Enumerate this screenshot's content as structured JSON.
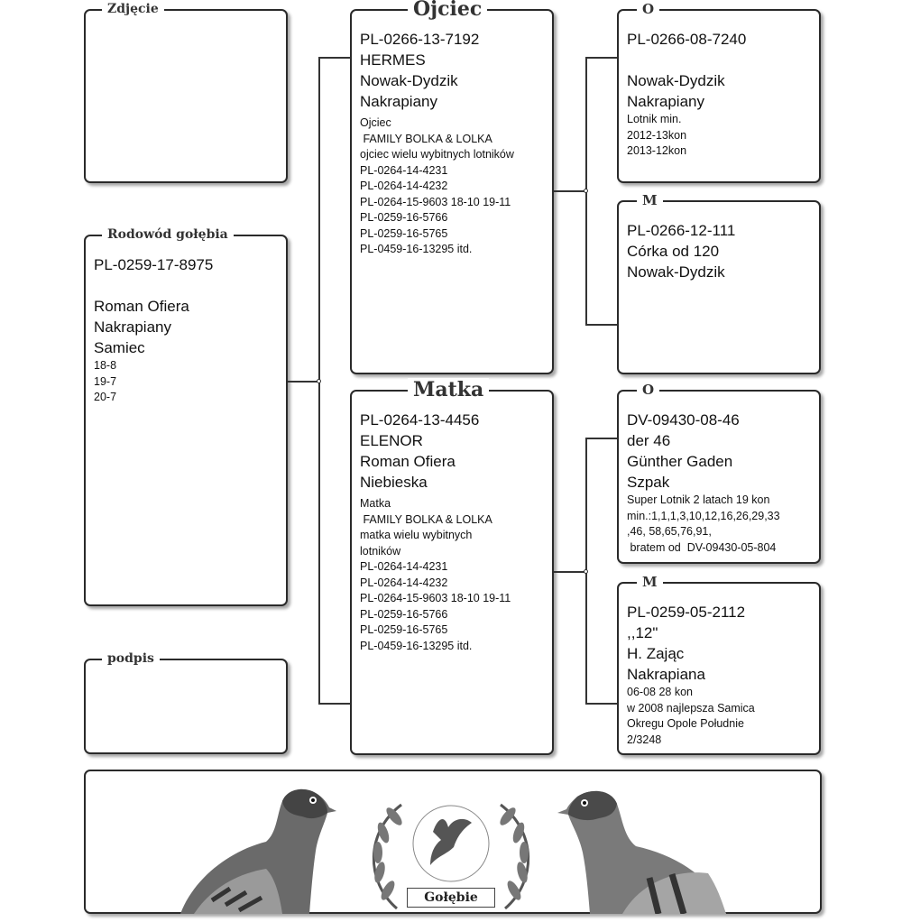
{
  "photo": {
    "legend": "Zdjęcie"
  },
  "bird": {
    "legend": "Rodowód gołębia",
    "ring": "PL-0259-17-8975",
    "owner": "Roman Ofiera",
    "color": "Nakrapiany",
    "sex": "Samiec",
    "notes": [
      "18-8",
      "19-7",
      "20-7"
    ]
  },
  "signature": {
    "legend": "podpis"
  },
  "father": {
    "legend": "Ojciec",
    "ring": "PL-0266-13-7192",
    "name": "HERMES",
    "breeder": "Nowak-Dydzik",
    "color": "Nakrapiany",
    "notes": [
      "Ojciec",
      " FAMILY BOLKA & LOLKA",
      "ojciec wielu wybitnych lotników",
      "PL-0264-14-4231",
      "PL-0264-14-4232",
      "PL-0264-15-9603 18-10 19-11",
      "PL-0259-16-5766",
      "PL-0259-16-5765",
      "PL-0459-16-13295 itd."
    ]
  },
  "mother": {
    "legend": "Matka",
    "ring": "PL-0264-13-4456",
    "name": "ELENOR",
    "breeder": "Roman Ofiera",
    "color": "Niebieska",
    "notes": [
      "Matka",
      " FAMILY BOLKA & LOLKA",
      "matka wielu wybitnych",
      "lotników",
      "PL-0264-14-4231",
      "PL-0264-14-4232",
      "PL-0264-15-9603 18-10 19-11",
      "PL-0259-16-5766",
      "PL-0259-16-5765",
      "PL-0459-16-13295 itd."
    ]
  },
  "ff": {
    "legend": "O",
    "ring": "PL-0266-08-7240",
    "name": "",
    "breeder": "Nowak-Dydzik",
    "color": "Nakrapiany",
    "notes": [
      "Lotnik min.",
      "2012-13kon",
      "2013-12kon"
    ]
  },
  "fm": {
    "legend": "M",
    "ring": "PL-0266-12-111",
    "name": "Córka od 120",
    "breeder": "Nowak-Dydzik"
  },
  "mf": {
    "legend": "O",
    "ring": "DV-09430-08-46",
    "name": "der 46",
    "breeder": "Günther Gaden",
    "color": "Szpak",
    "notes": [
      "Super Lotnik 2 latach 19 kon",
      "min.:1,1,1,3,10,12,16,26,29,33",
      ",46, 58,65,76,91,",
      " bratem od  DV-09430-05-804"
    ]
  },
  "mm": {
    "legend": "M",
    "ring": "PL-0259-05-2112",
    "name": ",,12\"",
    "breeder": "H. Zając",
    "color": "Nakrapiana",
    "notes": [
      "06-08 28 kon",
      "w 2008 najlepsza Samica",
      "Okregu Opole Południe",
      "2/3248"
    ]
  },
  "banner": {
    "logo_text": "Gołębie"
  }
}
